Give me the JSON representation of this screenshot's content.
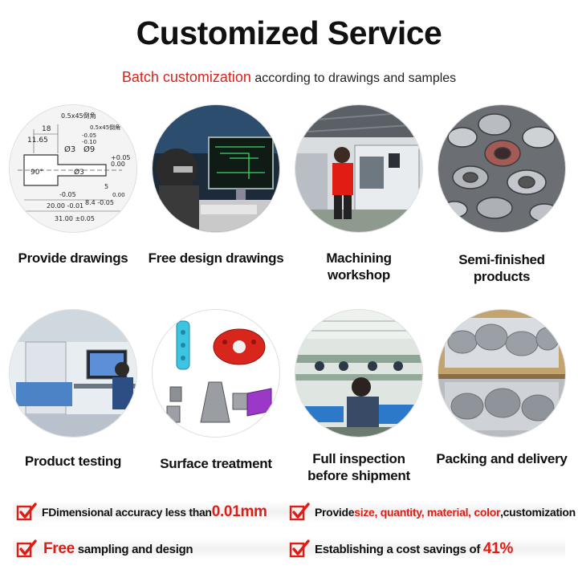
{
  "header": {
    "title": "Customized Service",
    "subtitle_highlight": "Batch customization",
    "subtitle_rest": "according to drawings and samples"
  },
  "services": [
    {
      "label": "Provide drawings"
    },
    {
      "label": "Free design drawings"
    },
    {
      "label": "Machining workshop"
    },
    {
      "label": "Semi-finished products"
    },
    {
      "label": "Product testing"
    },
    {
      "label": "Surface treatment"
    },
    {
      "label": "Full inspection before shipment"
    },
    {
      "label": "Packing and delivery"
    }
  ],
  "drawing": {
    "dims": [
      "0.5x45倒角",
      "18",
      "11.65",
      "Ø3",
      "-0.05",
      "-0.10",
      "Ø9",
      "0.5x45倒角",
      "90°",
      "+0.05",
      "0.00",
      "Ø3",
      "5",
      "0.00",
      "-0.05",
      "8.4 -0.05",
      "20.00 -0.01",
      "31.00 ±0.05"
    ]
  },
  "features": {
    "f1_text": "FDimensional accuracy less than ",
    "f1_highlight": "0.01mm",
    "f2_prefix": "Provide ",
    "f2_highlight": "size, quantity, material, color",
    "f2_suffix": ",customization",
    "f3_highlight": "Free",
    "f3_text": " sampling and design",
    "f4_text": "Establishing a cost savings of ",
    "f4_highlight": "41%"
  },
  "colors": {
    "accent_red": "#e01c14",
    "text": "#111111"
  }
}
